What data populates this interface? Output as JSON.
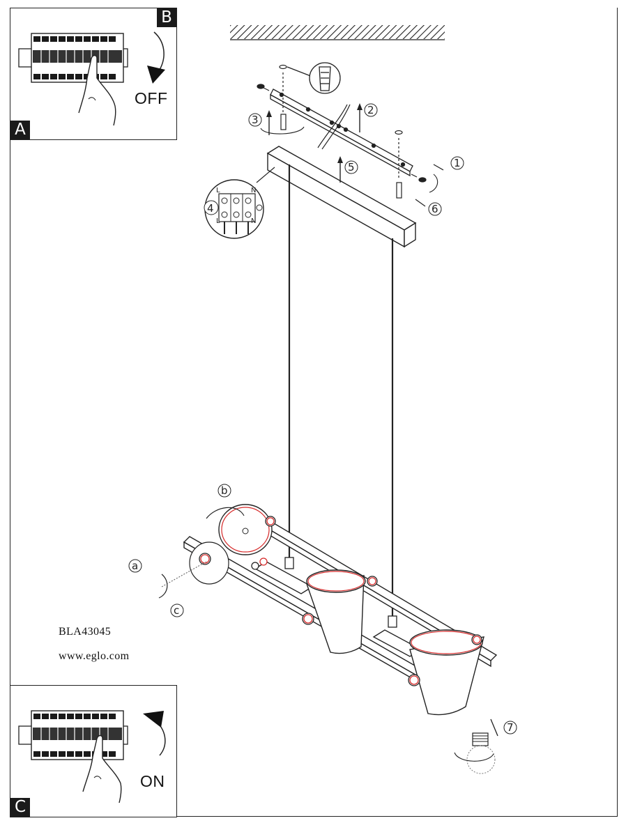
{
  "panel_switch_off": {
    "corner_tag_top": "B",
    "corner_tag_bottom": "A",
    "word": "OFF"
  },
  "panel_switch_on": {
    "corner_tag_bottom": "C",
    "word": "ON"
  },
  "product": {
    "code": "BLA43045",
    "website": "www.eglo.com"
  },
  "step_markers": [
    "1",
    "2",
    "3",
    "4",
    "5",
    "6",
    "7"
  ],
  "adjust_markers": [
    "a",
    "b",
    "c"
  ],
  "terminal_labels": {
    "live": "L",
    "neutral": "N"
  },
  "colors": {
    "line": "#222222",
    "accent_red": "#d62a2a"
  }
}
